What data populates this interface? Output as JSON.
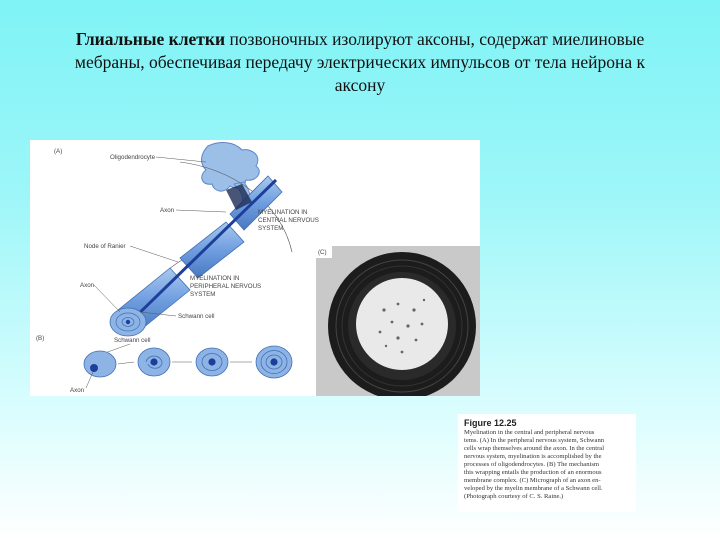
{
  "slide": {
    "title_bold": "Глиальные клетки",
    "title_rest": " позвоночных изолируют аксоны, содержат миелиновые мебраны, обеспечивая передачу электрических импульсов от тела нейрона к аксону"
  },
  "figure": {
    "panel_a": "(A)",
    "panel_b": "(B)",
    "panel_c": "(C)",
    "oligodendrocyte": "Oligodendrocyte",
    "axon_top": "Axon",
    "myelin_cns_1": "MYELINATION IN",
    "myelin_cns_2": "CENTRAL NERVOUS",
    "myelin_cns_3": "SYSTEM",
    "node_of_ranvier": "Node of Ranier",
    "axon_mid": "Axon",
    "myelin_pns_1": "MYELINATION IN",
    "myelin_pns_2": "PERIPHERAL NERVOUS",
    "myelin_pns_3": "SYSTEM",
    "schwann_cell_a": "Schwann cell",
    "schwann_cell_b": "Schwann cell",
    "axon_b": "Axon"
  },
  "caption": {
    "title": "Figure 12.25",
    "lines": [
      "Myelination in the central and peripheral nervous",
      "tems. (A) In the peripheral nervous system, Schwann",
      "cells wrap themselves around the axon. In the central",
      "nervous system, myelination is accomplished by the",
      "processes of oligodendrocytes. (B) The mechanism",
      "this wrapping entails the production of an enormous",
      "membrane complex. (C) Micrograph of an axon en-",
      "veloped by the myelin membrane of a Schwann cell.",
      "(Photograph courtesy of C. S. Raine.)"
    ]
  }
}
